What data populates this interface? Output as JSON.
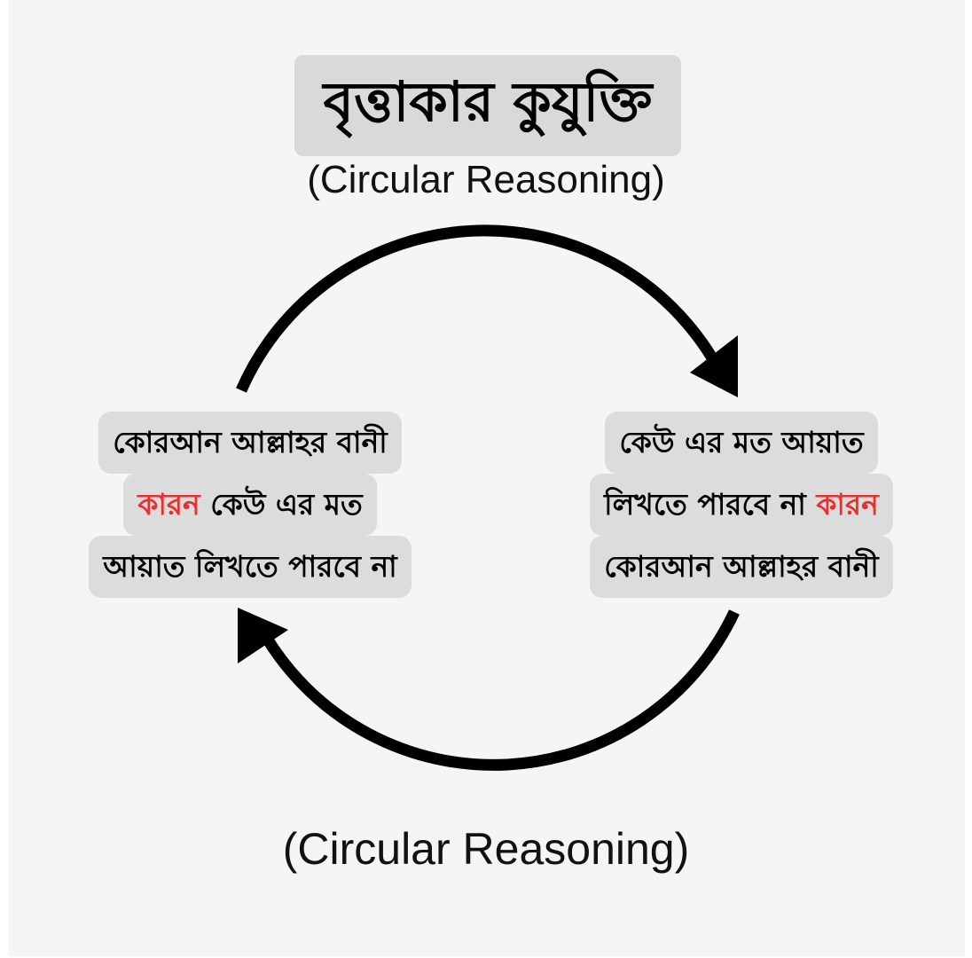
{
  "title": "বৃত্তাকার কুযুক্তি",
  "subtitle_top": "(Circular Reasoning)",
  "subtitle_bottom": "(Circular Reasoning)",
  "left_box": {
    "line1": "কোরআন আল্লাহর বানী",
    "line2_red": "কারন",
    "line2_rest": " কেউ এর মত",
    "line3": "আয়াত লিখতে পারবে না"
  },
  "right_box": {
    "line1": "কেউ এর মত আয়াত",
    "line2_start": "লিখতে পারবে না ",
    "line2_red": "কারন",
    "line3": "কোরআন আল্লাহর বানী"
  },
  "colors": {
    "highlight": "#e8302f",
    "box": "#dcdcdc",
    "background": "#f5f5f5"
  }
}
